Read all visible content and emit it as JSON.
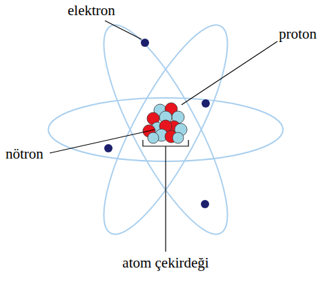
{
  "diagram": {
    "labels": [
      "elektron",
      "proton",
      "nötron",
      "atom çekirdeği"
    ]
  }
}
